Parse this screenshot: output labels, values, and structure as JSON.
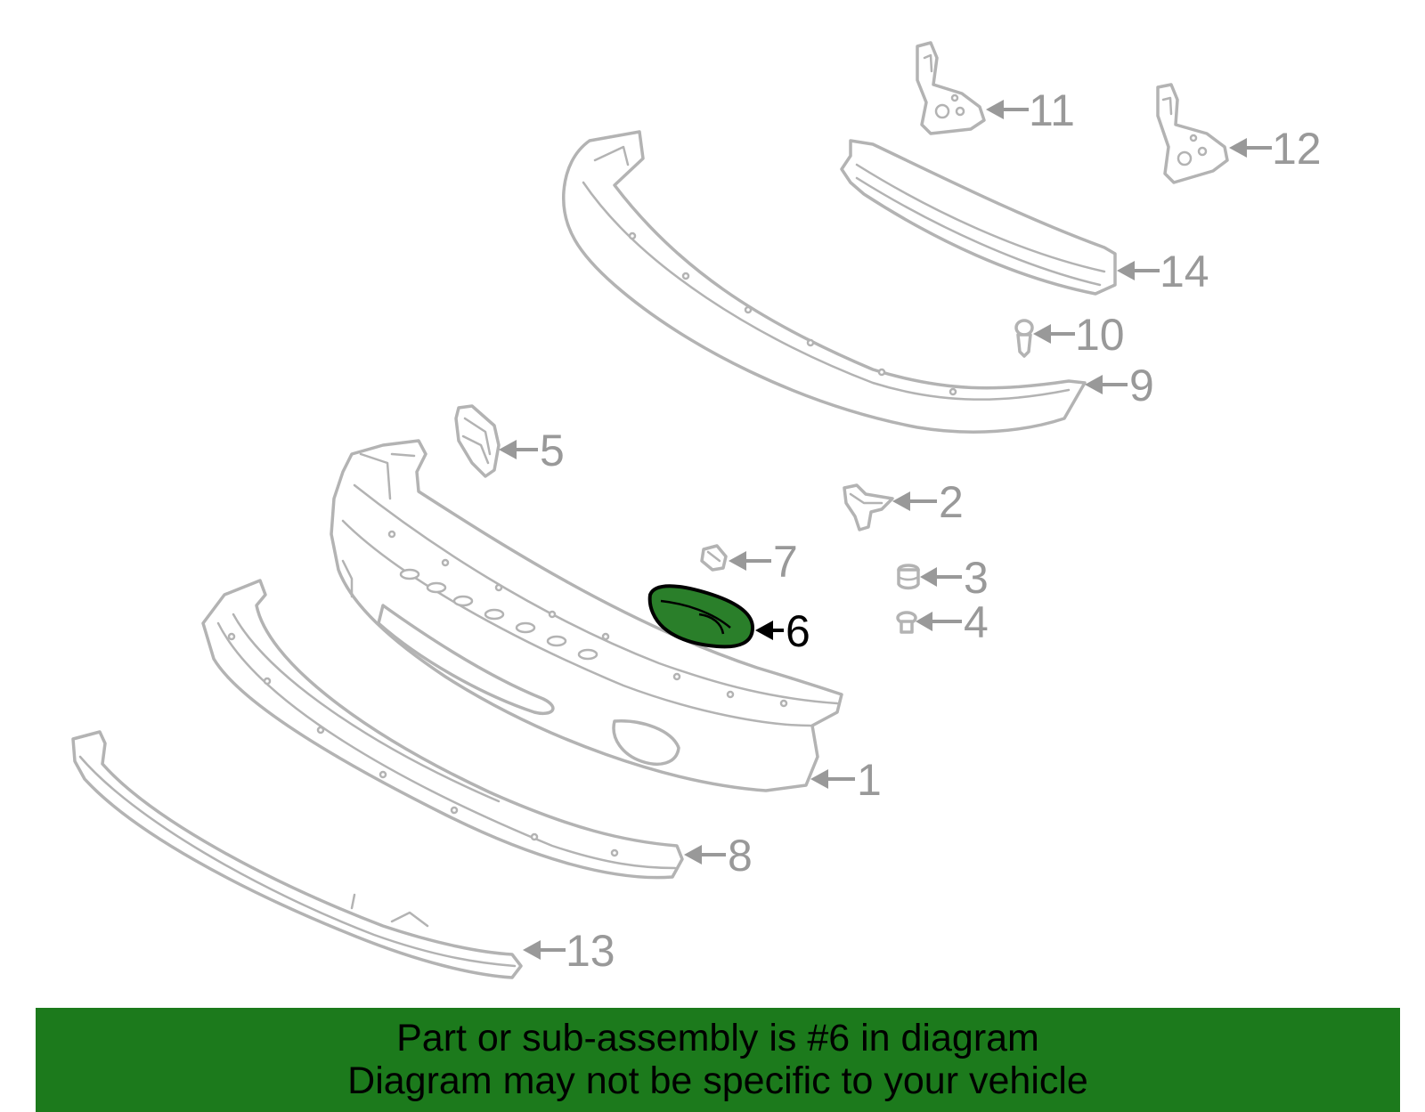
{
  "highlight_color": "#1c7a1c",
  "callout_color": "#999999",
  "highlighted_callout": "6",
  "callouts": [
    "1",
    "2",
    "3",
    "4",
    "5",
    "6",
    "7",
    "8",
    "9",
    "10",
    "11",
    "12",
    "13",
    "14"
  ],
  "banner": {
    "line1": "Part or sub-assembly is #6 in diagram",
    "line2": "Diagram may not be specific to your vehicle"
  }
}
